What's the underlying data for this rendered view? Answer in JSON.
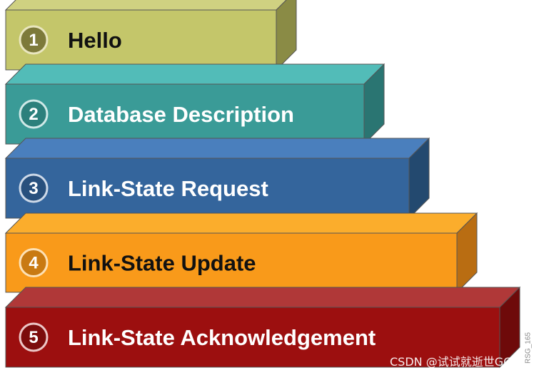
{
  "diagram": {
    "steps": [
      {
        "number": "1",
        "label": "Hello",
        "colors": {
          "front": "#c4c66a",
          "top": "#cfd181",
          "side": "#8a8b45",
          "text": "#111111",
          "badge": "#7d7a3a",
          "badge_ring": "#e9e6bf"
        }
      },
      {
        "number": "2",
        "label": "Database Description",
        "colors": {
          "front": "#3a9b97",
          "top": "#52bcb8",
          "side": "#2a7572",
          "text": "#ffffff",
          "badge": "#2c807c",
          "badge_ring": "#cfe9e7"
        }
      },
      {
        "number": "3",
        "label": "Link-State Request",
        "colors": {
          "front": "#34659c",
          "top": "#4a7fbd",
          "side": "#23496f",
          "text": "#ffffff",
          "badge": "#28507d",
          "badge_ring": "#cdd9e8"
        }
      },
      {
        "number": "4",
        "label": "Link-State Update",
        "colors": {
          "front": "#f99a1a",
          "top": "#fbad2c",
          "side": "#b96d12",
          "text": "#111111",
          "badge": "#c97a12",
          "badge_ring": "#fde1b5"
        }
      },
      {
        "number": "5",
        "label": "Link-State Acknowledgement",
        "colors": {
          "front": "#9c0f0f",
          "top": "#b03838",
          "side": "#6e0a0a",
          "text": "#ffffff",
          "badge": "#7c0c0c",
          "badge_ring": "#ecc6c6"
        }
      }
    ],
    "figure_code": "RSG_165",
    "watermark": "CSDN @试试就逝世GG"
  }
}
